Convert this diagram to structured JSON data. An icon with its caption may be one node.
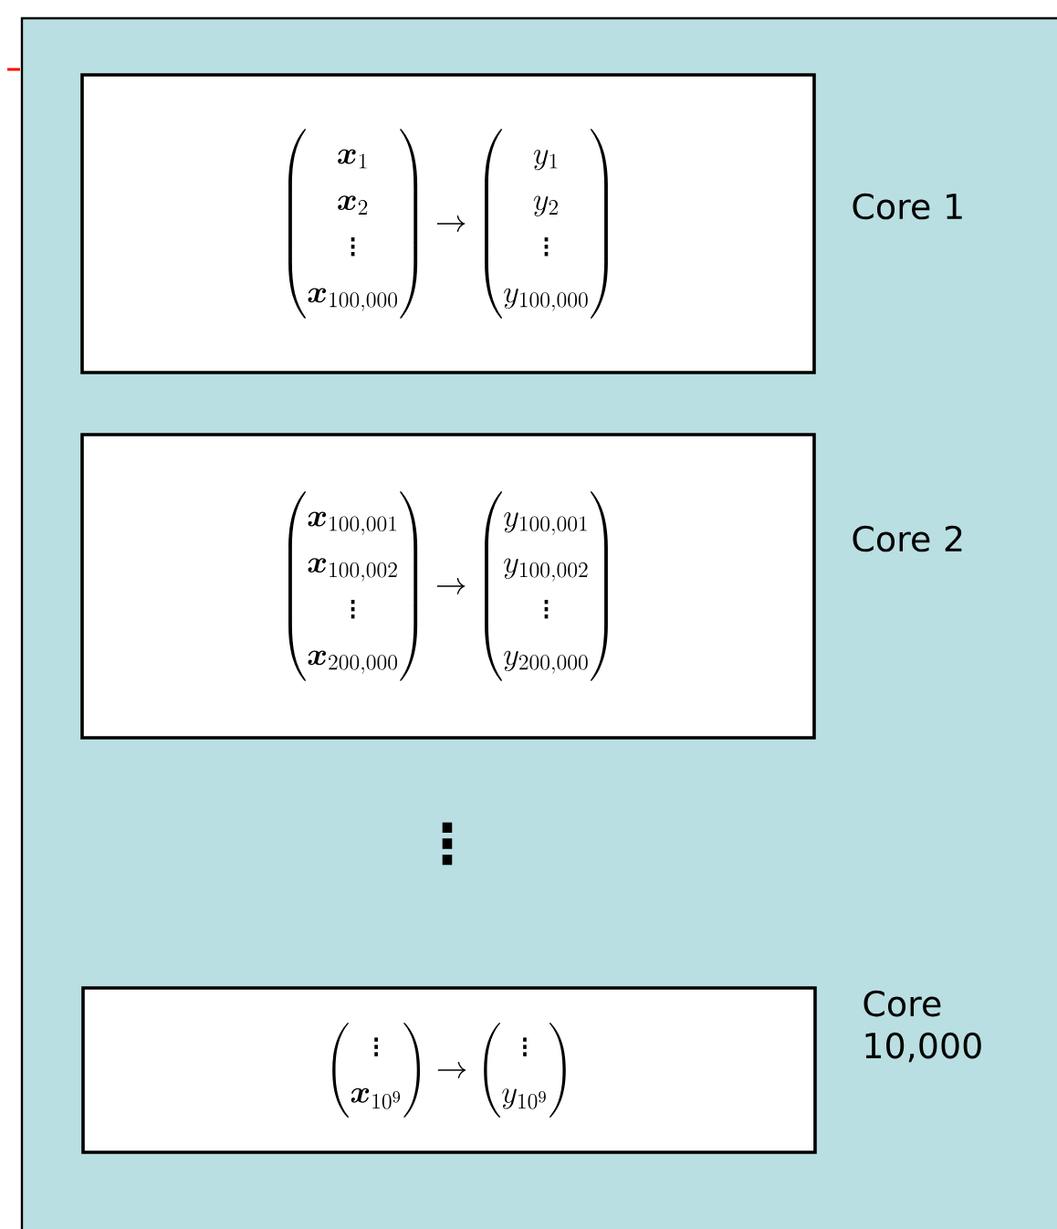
{
  "diagram": {
    "nodes": [
      {
        "text": [],
        "shape": "box"
      },
      {
        "text": [
          "\\begin{pmatrix}\\boldsymbol{x}_1\\\\ \\boldsymbol{x}_2\\\\ \\vdots\\\\ \\boldsymbol{x}_{100{,}000}\\end{pmatrix}\\to\\begin{pmatrix}y_1\\\\ y_2\\\\ \\vdots\\\\ y_{100{,}000}\\end{pmatrix}"
        ],
        "in": 0,
        "beside": [
          "Core 1"
        ]
      },
      {
        "text": [
          "\\begin{pmatrix}\\boldsymbol{x}_{100{,}001}\\\\ \\boldsymbol{x}_{100{,}002}\\\\ \\vdots\\\\ \\boldsymbol{x}_{200{,}000}\\end{pmatrix}\\to\\begin{pmatrix}y_{100{,}001}\\\\ y_{100{,}002}\\\\ \\vdots\\\\ y_{200{,}000}\\end{pmatrix}"
        ],
        "in": 0,
        "beside": [
          "Core 2"
        ]
      },
      {
        "text": [
          "\\begin{pmatrix}\\vdots\\\\ \\boldsymbol{x}_{10^9}\\end{pmatrix}\\to\\begin{pmatrix}\\vdots\\\\ y_{10^9}\\end{pmatrix}"
        ],
        "in": 0,
        "beside": [
          "Core 10,000"
        ]
      }
    ],
    "labels": [
      "⋮"
    ]
  }
}
